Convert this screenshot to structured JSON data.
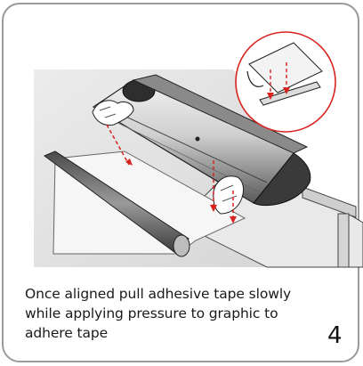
{
  "instruction": {
    "caption": "Once aligned pull adhesive tape slowly while applying pressure to graphic to adhere tape",
    "step_number": "4"
  },
  "illustration": {
    "subject": "banner-stand-base-with-graphic",
    "detail_callout": "adhesive-tape-detail"
  },
  "colors": {
    "border": "#9a9a9a",
    "arrow": "#d8231f",
    "metal_dark": "#3a3a3a",
    "metal_light": "#d9d9d9"
  }
}
